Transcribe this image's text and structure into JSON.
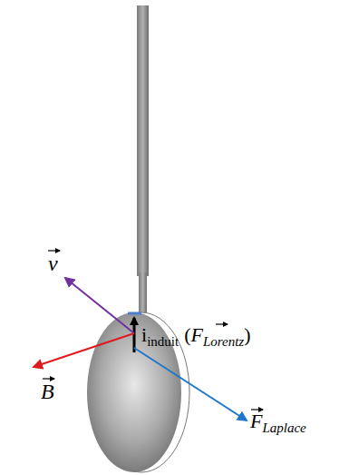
{
  "diagram": {
    "labels": [
      "v",
      "B",
      "i",
      "induit",
      "(",
      "F",
      "Lorentz",
      ")",
      "F",
      "Laplace"
    ]
  }
}
